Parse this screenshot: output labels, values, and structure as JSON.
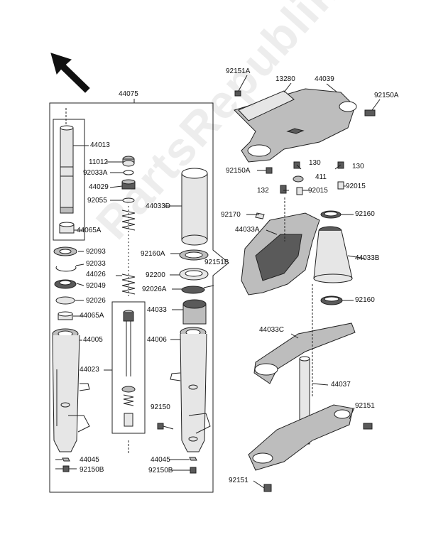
{
  "watermark": "PartsRepublik",
  "colors": {
    "line": "#222222",
    "part_light": "#e6e6e6",
    "part_mid": "#bdbdbd",
    "part_dark": "#5a5a5a"
  },
  "icons": {
    "direction_arrow": "arrow-up-left-icon"
  },
  "labels": {
    "l44075": "44075",
    "l44013": "44013",
    "l11012": "11012",
    "l92033A": "92033A",
    "l44029": "44029",
    "l92055": "92055",
    "l44065A_1": "44065A",
    "l92093": "92093",
    "l92033": "92033",
    "l44026": "44026",
    "l92049": "92049",
    "l92026": "92026",
    "l44065A_2": "44065A",
    "l44005": "44005",
    "l44023": "44023",
    "l44045_1": "44045",
    "l92150B_1": "92150B",
    "l44033D": "44033D",
    "l92160A": "92160A",
    "l92151B": "92151B",
    "l92200": "92200",
    "l92026A": "92026A",
    "l44033": "44033",
    "l44006": "44006",
    "l92150_mid": "92150",
    "l44045_2": "44045",
    "l92150B_2": "92150B",
    "l92151A": "92151A",
    "l13280": "13280",
    "l44039": "44039",
    "l92150A_r": "92150A",
    "l92150A_l": "92150A",
    "l130_a": "130",
    "l130_b": "130",
    "l411": "411",
    "l132": "132",
    "l92015_a": "92015",
    "l92015_b": "92015",
    "l92170": "92170",
    "l92160_a": "92160",
    "l44033A": "44033A",
    "l44033B": "44033B",
    "l92160_b": "92160",
    "l44033C": "44033C",
    "l44037": "44037",
    "l92151_r": "92151",
    "l92151_b": "92151"
  }
}
